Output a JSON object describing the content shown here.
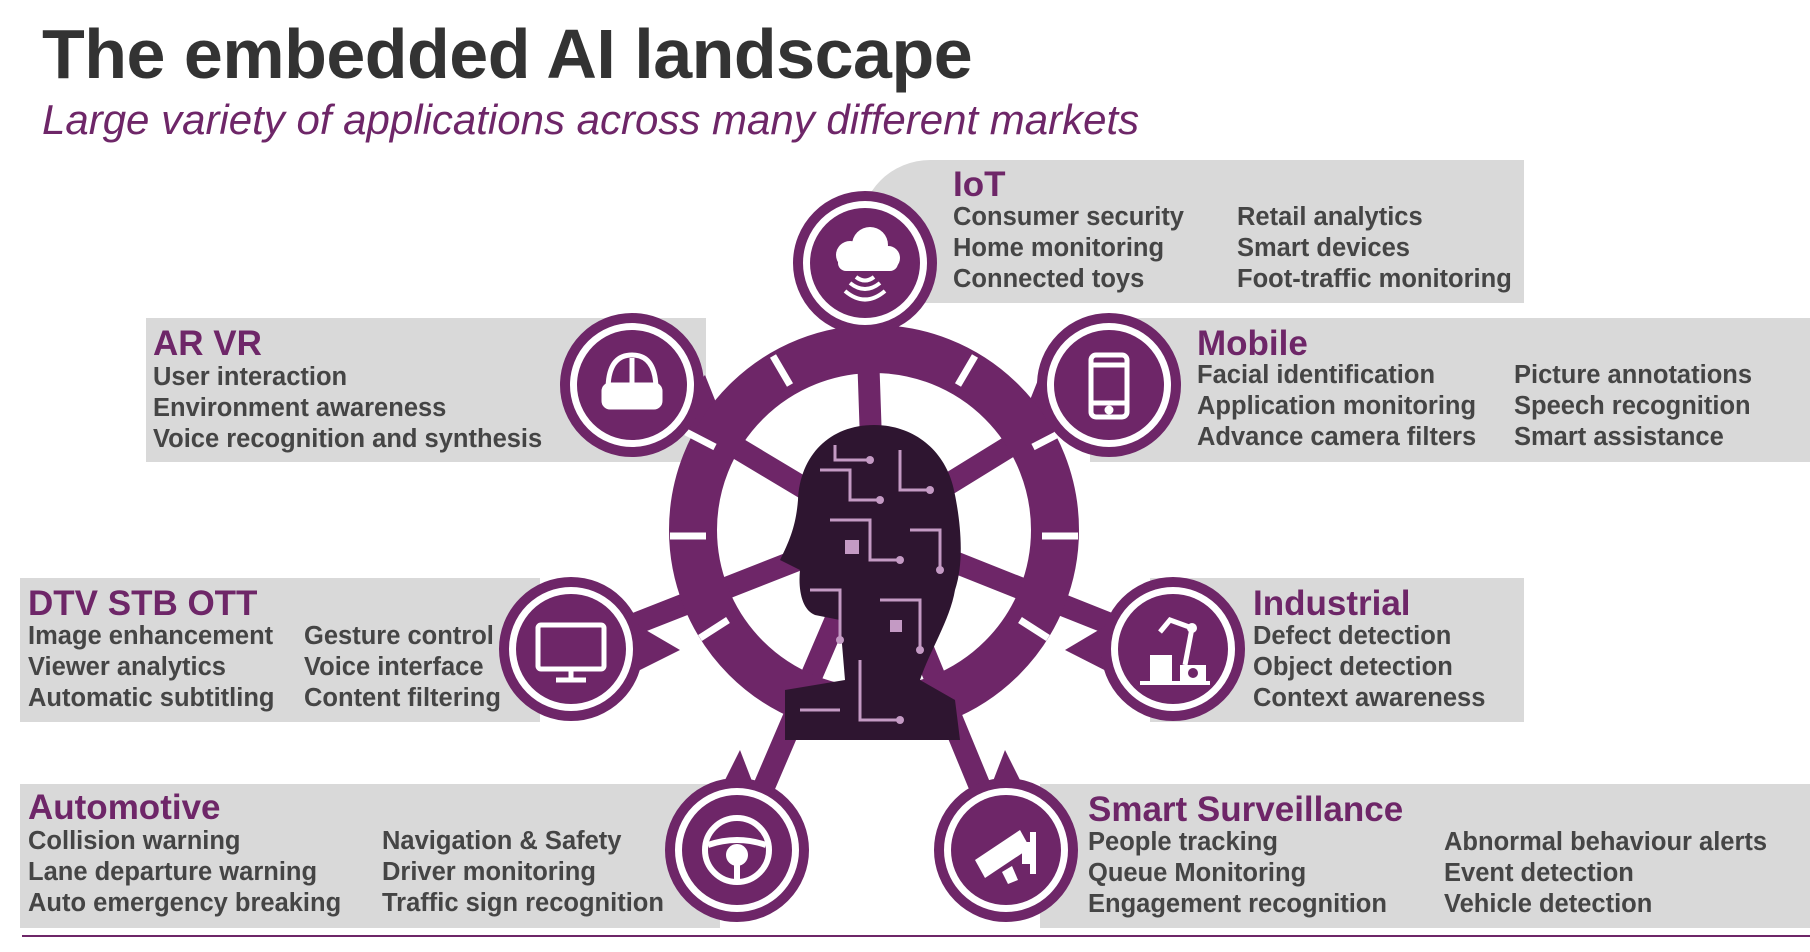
{
  "title": "The embedded AI landscape",
  "subtitle": "Large variety of applications across many different markets",
  "colors": {
    "accent": "#6e2668",
    "panel": "#d9d9d9",
    "text": "#454545",
    "title": "#333333"
  },
  "markets": {
    "iot": {
      "name": "IoT",
      "icon": "cloud-wifi-icon",
      "col1": [
        "Consumer security",
        "Home monitoring",
        "Connected toys"
      ],
      "col2": [
        "Retail analytics",
        "Smart devices",
        "Foot-traffic monitoring"
      ]
    },
    "mobile": {
      "name": "Mobile",
      "icon": "smartphone-icon",
      "col1": [
        "Facial identification",
        "Application monitoring",
        "Advance camera filters"
      ],
      "col2": [
        "Picture annotations",
        "Speech recognition",
        "Smart assistance"
      ]
    },
    "industrial": {
      "name": "Industrial",
      "icon": "robot-arm-icon",
      "col1": [
        "Defect detection",
        "Object detection",
        "Context awareness"
      ]
    },
    "surveillance": {
      "name": "Smart Surveillance",
      "icon": "security-camera-icon",
      "col1": [
        "People tracking",
        "Queue Monitoring",
        "Engagement recognition"
      ],
      "col2": [
        "Abnormal behaviour alerts",
        "Event detection",
        "Vehicle detection"
      ]
    },
    "automotive": {
      "name": "Automotive",
      "icon": "steering-wheel-icon",
      "col1": [
        "Collision warning",
        "Lane departure warning",
        "Auto emergency breaking"
      ],
      "col2": [
        "Navigation & Safety",
        "Driver monitoring",
        "Traffic sign recognition"
      ]
    },
    "dtv": {
      "name": "DTV STB OTT",
      "icon": "television-icon",
      "col1": [
        "Image enhancement",
        "Viewer analytics",
        "Automatic subtitling"
      ],
      "col2": [
        "Gesture control",
        "Voice interface",
        "Content filtering"
      ]
    },
    "arvr": {
      "name": "AR VR",
      "icon": "vr-headset-icon",
      "col1": [
        "User interaction",
        "Environment awareness",
        "Voice recognition and synthesis"
      ]
    }
  },
  "center_icon": "circuit-head-icon"
}
